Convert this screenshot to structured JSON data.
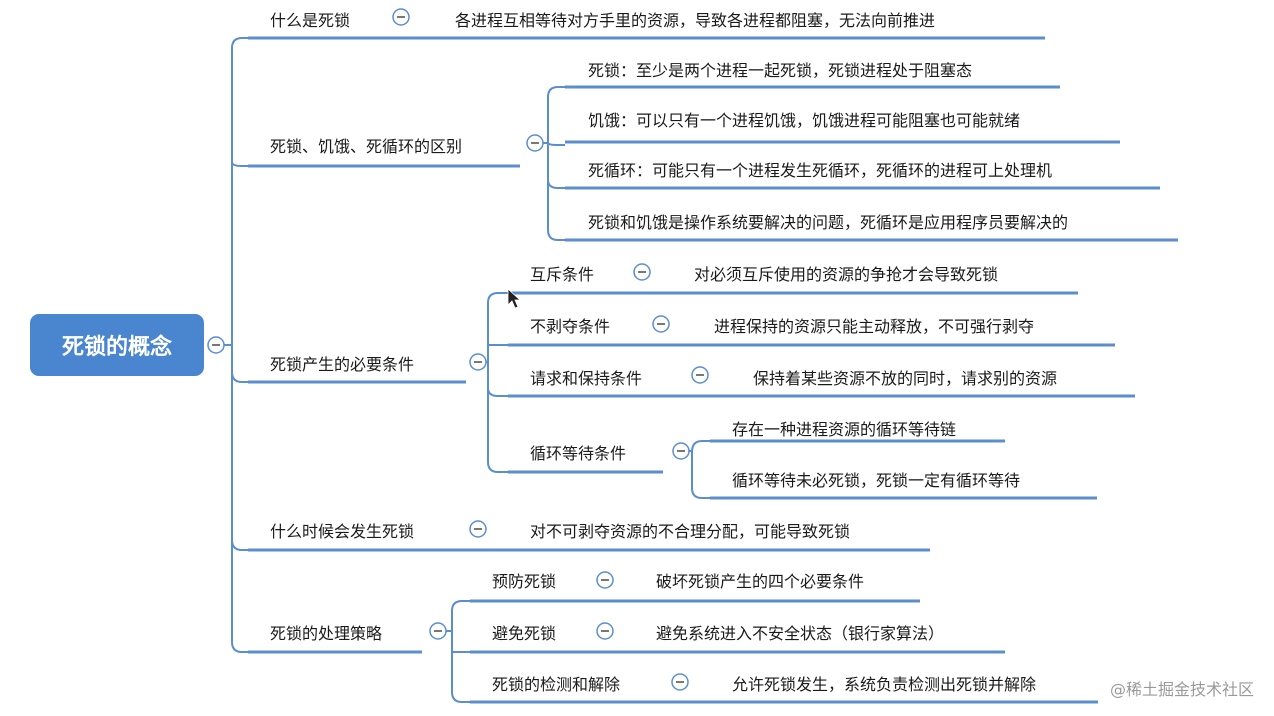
{
  "mindmap": {
    "root": "死锁的概念",
    "branches": [
      {
        "label": "什么是死锁",
        "leaf": "各进程互相等待对方手里的资源，导致各进程都阻塞，无法向前推进"
      },
      {
        "label": "死锁、饥饿、死循环的区别",
        "leaves": [
          "死锁：至少是两个进程一起死锁，死锁进程处于阻塞态",
          "饥饿：可以只有一个进程饥饿，饥饿进程可能阻塞也可能就绪",
          "死循环：可能只有一个进程发生死循环，死循环的进程可上处理机",
          "死锁和饥饿是操作系统要解决的问题，死循环是应用程序员要解决的"
        ]
      },
      {
        "label": "死锁产生的必要条件",
        "children": [
          {
            "label": "互斥条件",
            "leaf": "对必须互斥使用的资源的争抢才会导致死锁"
          },
          {
            "label": "不剥夺条件",
            "leaf": "进程保持的资源只能主动释放，不可强行剥夺"
          },
          {
            "label": "请求和保持条件",
            "leaf": "保持着某些资源不放的同时，请求别的资源"
          },
          {
            "label": "循环等待条件",
            "leaves": [
              "存在一种进程资源的循环等待链",
              "循环等待未必死锁，死锁一定有循环等待"
            ]
          }
        ]
      },
      {
        "label": "什么时候会发生死锁",
        "leaf": "对不可剥夺资源的不合理分配，可能导致死锁"
      },
      {
        "label": "死锁的处理策略",
        "children": [
          {
            "label": "预防死锁",
            "leaf": "破坏死锁产生的四个必要条件"
          },
          {
            "label": "避免死锁",
            "leaf": "避免系统进入不安全状态（银行家算法）"
          },
          {
            "label": "死锁的检测和解除",
            "leaf": "允许死锁发生，系统负责检测出死锁并解除"
          }
        ]
      }
    ]
  },
  "watermark": "@稀土掘金技术社区",
  "colors": {
    "accent": "#5b8ecf",
    "root_fill": "#4a86d0"
  }
}
